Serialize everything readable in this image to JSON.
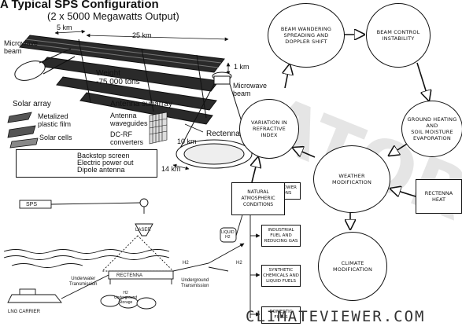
{
  "header": {
    "title": "A Typical SPS  Configuration",
    "subtitle": "(2 x 5000  Megawatts Output)"
  },
  "sps": {
    "labels": {
      "width5": "5 km",
      "length25": "25 km",
      "microwave_beam_left": "Microwave\nbeam",
      "weight": "Weight\n-75 000 tons",
      "width1": "1 km",
      "microwave_beam_right": "Microwave\nbeam",
      "solar_array": "Solar array",
      "metalized_film": "Metalized\nplastic film",
      "solar_cells": "Solar cells",
      "antenna_subarray": "Antenna subarray",
      "antenna_waveguides": "Antenna\nwaveguides",
      "dcrf": "DC-RF\nconverters",
      "rectenna": "Rectenna",
      "dim10": "10 km",
      "dim14": "14 km"
    },
    "legend": [
      "Backstop screen",
      "Electric power out",
      "Dipole antenna"
    ]
  },
  "flow": {
    "sps_label": "SPS",
    "laser": "LASER",
    "rectenna": "RECTENNA",
    "h2_top": "H2",
    "underwater": "Underwater\nTransmission",
    "underground": "Underground\nTransmission",
    "liquid_h2": "LIQUID\nH2",
    "h2_storage": "H2\nUnderground\nStorage",
    "h2_right": "H2",
    "lng_carrier": "LNG CARRIER",
    "boxes": [
      "LOCAL POWER\nSTATIONS",
      "INDUSTRIAL\nFUEL AND\nREDUCING GAS",
      "SYNTHETIC\nCHEMICALS AND\nLIQUID FUELS",
      "DOMESTIC\nFUELS"
    ]
  },
  "cycle": {
    "nodes": {
      "beam_wandering": "BEAM WANDERING\nSPREADING AND\nDOPPLER SHIFT",
      "beam_control": "BEAM CONTROL\nINSTABILITY",
      "ground_heating": "GROUND HEATING\nAND\nSOIL MOISTURE\nEVAPORATION",
      "weather_mod": "WEATHER\nMODIFICATION",
      "variation": "VARIATION IN\nREFRACTIVE\nINDEX",
      "climate_mod": "CLIMATE\nMODIFICATION"
    },
    "natural_box": "NATURAL\nATMOSPHERIC\nCONDITIONS",
    "rectenna_heat": "RECTENNA\nHEAT"
  },
  "brand": "CLIMATEVIEWER.COM",
  "watermark": "ATOR"
}
